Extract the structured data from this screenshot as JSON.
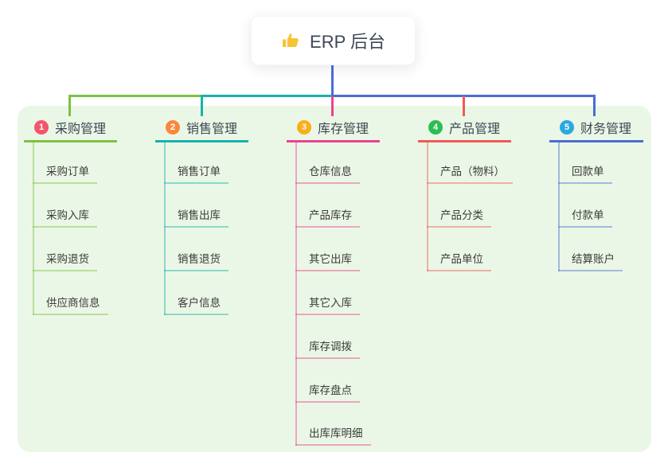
{
  "root": {
    "label": "ERP 后台",
    "icon": "thumbs-up-icon"
  },
  "branches": [
    {
      "number": "1",
      "label": "采购管理",
      "children": [
        "采购订单",
        "采购入库",
        "采购退货",
        "供应商信息"
      ]
    },
    {
      "number": "2",
      "label": "销售管理",
      "children": [
        "销售订单",
        "销售出库",
        "销售退货",
        "客户信息"
      ]
    },
    {
      "number": "3",
      "label": "库存管理",
      "children": [
        "仓库信息",
        "产品库存",
        "其它出库",
        "其它入库",
        "库存调拨",
        "库存盘点",
        "出库库明细"
      ]
    },
    {
      "number": "4",
      "label": "产品管理",
      "children": [
        "产品（物料）",
        "产品分类",
        "产品单位"
      ]
    },
    {
      "number": "5",
      "label": "财务管理",
      "children": [
        "回款单",
        "付款单",
        "结算账户"
      ]
    }
  ],
  "colors": {
    "panel_bg": "#EBF7E6",
    "root_text": "#3C4858",
    "title_text": "#3D4852",
    "child_text": "#3B3B3B",
    "thumb_yellow": "#F5C538",
    "b1_line": "#7CC243",
    "b1_badge": "#F2566A",
    "b2_line": "#16B2AB",
    "b2_badge": "#F8883E",
    "b3_line": "#E8438F",
    "b3_badge": "#FBAE17",
    "b4_line": "#F05B56",
    "b4_badge": "#2BBE55",
    "b5_line": "#4A6CD4",
    "b5_badge": "#29A9E0"
  }
}
